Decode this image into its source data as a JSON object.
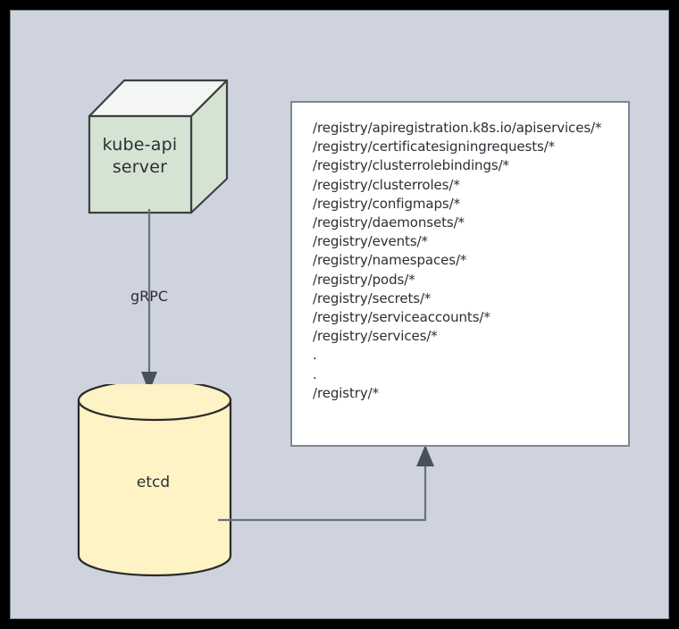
{
  "canvas": {
    "background_color": "#ced3dd",
    "frame_color": "#000000",
    "border_color": "#7e8794"
  },
  "nodes": {
    "api_server": {
      "name": "kube-api-server-cube",
      "label_line1": "kube-api",
      "label_line2": "server",
      "shape": "cube",
      "face_color": "#d5e3d2",
      "top_color": "#f4f6f3",
      "stroke_color": "#3c4043"
    },
    "etcd": {
      "name": "etcd-cylinder",
      "label": "etcd",
      "shape": "cylinder",
      "fill_color": "#fdf3c4",
      "stroke_color": "#2b2b2b"
    }
  },
  "connectors": {
    "grpc": {
      "name": "grpc-arrow",
      "label": "gRPC",
      "from": "kube-api server",
      "to": "etcd",
      "direction": "down",
      "stroke_color": "#6b7280"
    },
    "etcd_to_panel": {
      "name": "etcd-to-registry-arrow",
      "label": "",
      "from": "etcd",
      "to": "registry-key-panel",
      "direction": "up",
      "stroke_color": "#6b7280"
    }
  },
  "panel": {
    "name": "registry-key-panel",
    "background_color": "#ffffff",
    "border_color": "#7e8794",
    "keys": [
      "/registry/apiregistration.k8s.io/apiservices/*",
      "/registry/certificatesigningrequests/*",
      "/registry/clusterrolebindings/*",
      "/registry/clusterroles/*",
      "/registry/configmaps/*",
      "/registry/daemonsets/*",
      "/registry/events/*",
      "/registry/namespaces/*",
      "/registry/pods/*",
      "/registry/secrets/*",
      "/registry/serviceaccounts/*",
      "/registry/services/*",
      ".",
      ".",
      "/registry/*"
    ]
  }
}
